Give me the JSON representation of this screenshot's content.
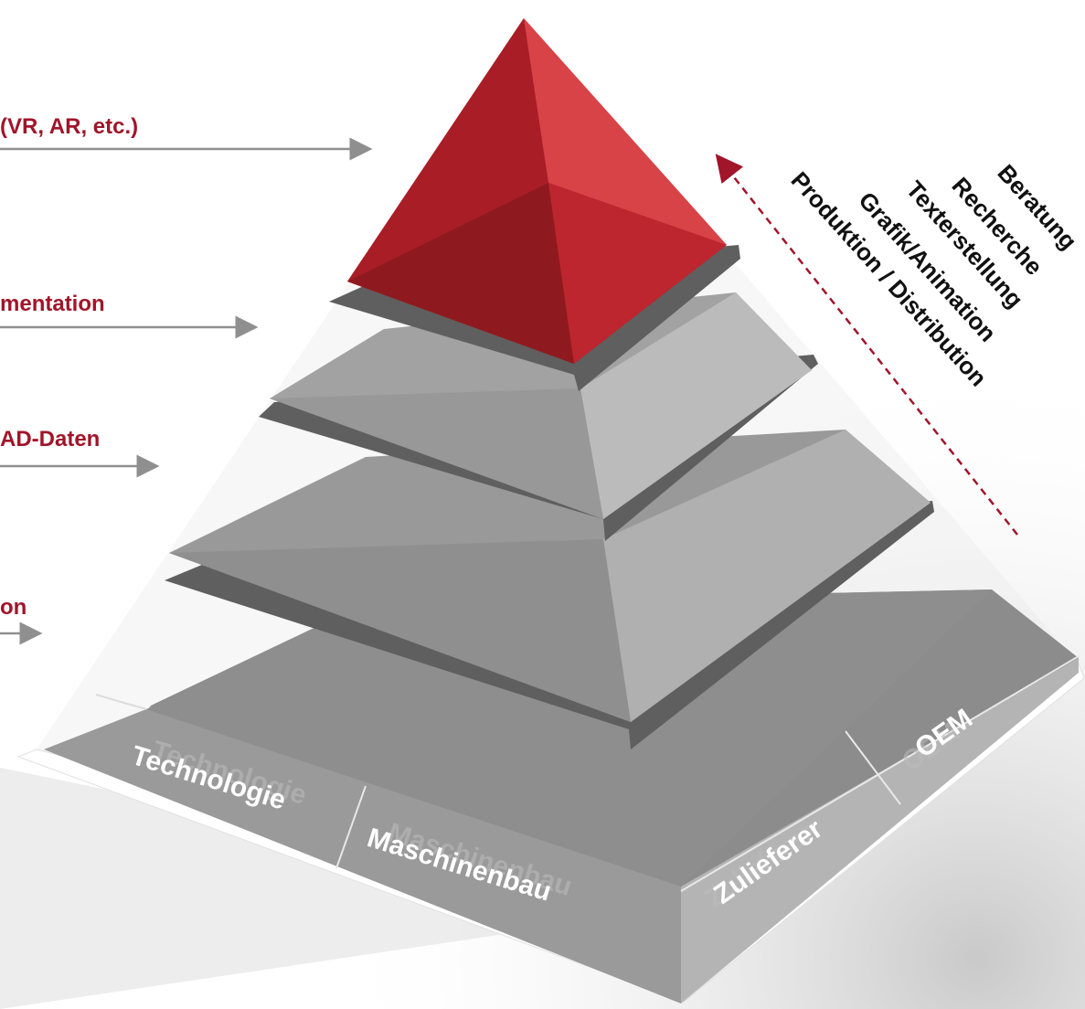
{
  "left_labels": [
    {
      "text": "(VR, AR, etc.)"
    },
    {
      "text": "mentation"
    },
    {
      "text": "AD-Daten"
    },
    {
      "text": "on"
    }
  ],
  "services": [
    "Beratung",
    "Recherche",
    "Texterstellung",
    "Grafik/Animation",
    "Produktion / Distribution"
  ],
  "base_segments": [
    "Technologie",
    "Maschinenbau",
    "Zulieferer",
    "OEM"
  ],
  "colors": {
    "accent_red": "#a0152a",
    "top_red": "#c2242d",
    "layer_grey": "#9b9b9b",
    "dark_grey": "#5f5f5f"
  }
}
